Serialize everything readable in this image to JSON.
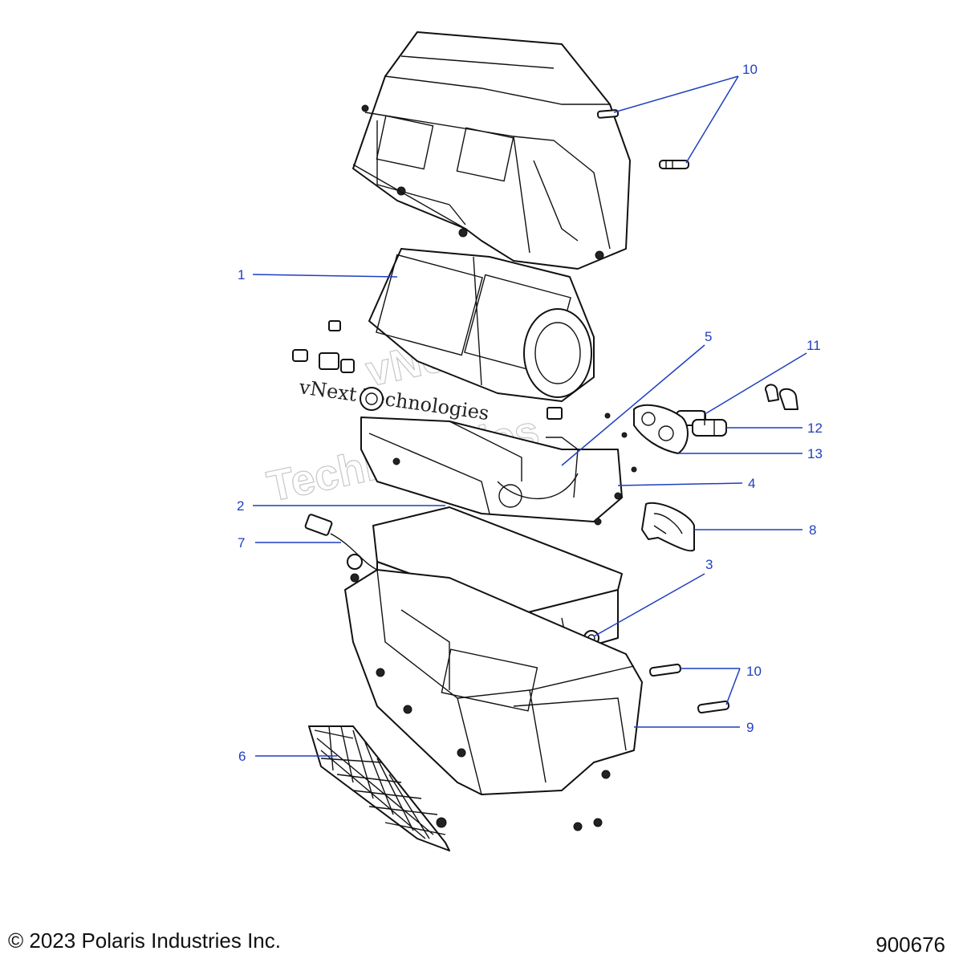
{
  "callouts": [
    {
      "id": "c10a",
      "label": "10"
    },
    {
      "id": "c1",
      "label": "1"
    },
    {
      "id": "c5",
      "label": "5"
    },
    {
      "id": "c11",
      "label": "11"
    },
    {
      "id": "c12",
      "label": "12"
    },
    {
      "id": "c13",
      "label": "13"
    },
    {
      "id": "c4",
      "label": "4"
    },
    {
      "id": "c2",
      "label": "2"
    },
    {
      "id": "c8",
      "label": "8"
    },
    {
      "id": "c7",
      "label": "7"
    },
    {
      "id": "c3",
      "label": "3"
    },
    {
      "id": "c10b",
      "label": "10"
    },
    {
      "id": "c9",
      "label": "9"
    },
    {
      "id": "c6",
      "label": "6"
    }
  ],
  "watermark": {
    "line1": "vNext",
    "line2": "Technologies",
    "small": "vNext Technologies"
  },
  "footer": {
    "copyright": "© 2023 Polaris Industries Inc.",
    "figure_number": "900676"
  },
  "colors": {
    "callout": "#1f3fbf",
    "line_art": "#111111",
    "watermark": "#bdbdbd"
  }
}
